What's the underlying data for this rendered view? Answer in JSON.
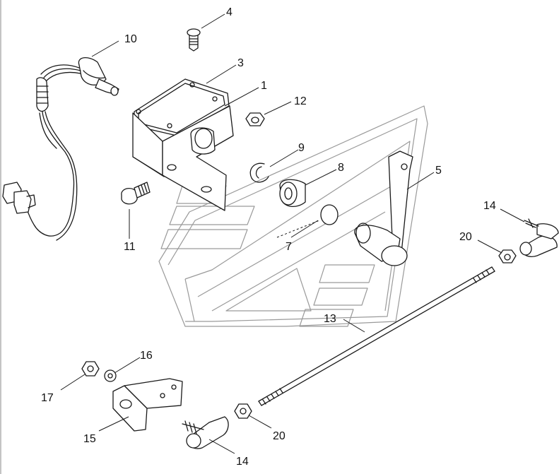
{
  "callouts": [
    {
      "id": "c4",
      "text": "4"
    },
    {
      "id": "c10",
      "text": "10"
    },
    {
      "id": "c3",
      "text": "3"
    },
    {
      "id": "c1",
      "text": "1"
    },
    {
      "id": "c12",
      "text": "12"
    },
    {
      "id": "c9",
      "text": "9"
    },
    {
      "id": "c8",
      "text": "8"
    },
    {
      "id": "c5",
      "text": "5"
    },
    {
      "id": "c14a",
      "text": "14"
    },
    {
      "id": "c20a",
      "text": "20"
    },
    {
      "id": "c11",
      "text": "11"
    },
    {
      "id": "c7",
      "text": "7"
    },
    {
      "id": "c13",
      "text": "13"
    },
    {
      "id": "c16",
      "text": "16"
    },
    {
      "id": "c17",
      "text": "17"
    },
    {
      "id": "c15",
      "text": "15"
    },
    {
      "id": "c20b",
      "text": "20"
    },
    {
      "id": "c14b",
      "text": "14"
    }
  ]
}
